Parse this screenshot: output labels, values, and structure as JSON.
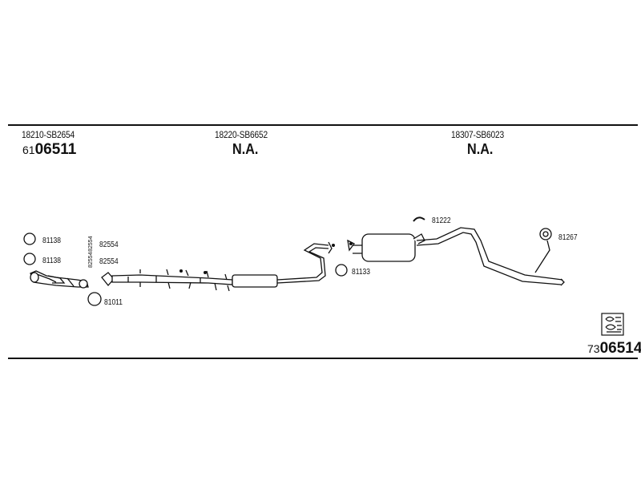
{
  "header": {
    "sections": [
      {
        "part_number": "18210-SB2654",
        "code_prefix": "61",
        "code_main": "06511"
      },
      {
        "part_number": "18220-SB6652",
        "status": "N.A."
      },
      {
        "part_number": "18307-SB6023",
        "status": "N.A."
      }
    ]
  },
  "diagram": {
    "refs": {
      "r81138a": "81138",
      "r81138b": "81138",
      "r82554a": "82554",
      "r82554b": "82554",
      "r81011": "81011",
      "r81222": "81222",
      "r81133": "81133",
      "r81267": "81267"
    },
    "vertical_codes": [
      "82554",
      "82554"
    ]
  },
  "footer": {
    "diagram_prefix": "73",
    "diagram_main": "06514",
    "catalog_icon": "catalog-booklet-icon"
  }
}
